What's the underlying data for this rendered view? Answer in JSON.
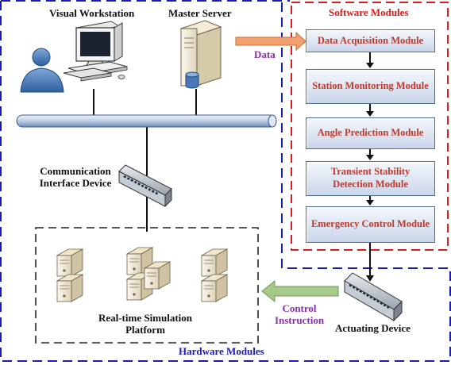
{
  "titles": {
    "software": "Software Modules",
    "hardware": "Hardware Modules"
  },
  "top": {
    "visual_workstation": "Visual Workstation",
    "master_server": "Master Server"
  },
  "arrows": {
    "data": "Data",
    "control_instruction": "Control Instruction"
  },
  "devices": {
    "communication": "Communication Interface Device",
    "actuating": "Actuating Device",
    "platform": "Real-time Simulation Platform"
  },
  "modules": [
    {
      "label": "Data Acquisition Module"
    },
    {
      "label": "Station Monitoring Module"
    },
    {
      "label": "Angle Prediction Module"
    },
    {
      "label": "Transient Stability Detection Module"
    },
    {
      "label": "Emergency Control Module"
    }
  ],
  "colors": {
    "software_border": "#e01b1b",
    "hardware_border": "#1c1cb5",
    "module_text": "#c0392b",
    "data_arrow": "#f2a16e",
    "control_arrow": "#a9c98a",
    "label_accent": "#8a2da8"
  },
  "icons": [
    "user-icon",
    "computer-icon",
    "server-icon",
    "network-bus",
    "switch-icon",
    "server-rack-icon"
  ]
}
